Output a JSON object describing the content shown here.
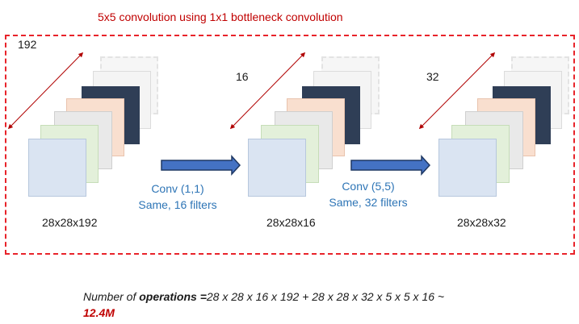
{
  "title": "5x5 convolution using 1x1 bottleneck convolution",
  "stacks": [
    {
      "depth_label": "192",
      "size_label": "28x28x192"
    },
    {
      "depth_label": "16",
      "size_label": "28x28x16"
    },
    {
      "depth_label": "32",
      "size_label": "28x28x32"
    }
  ],
  "convs": [
    {
      "line1": "Conv (1,1)",
      "line2": "Same, 16 filters"
    },
    {
      "line1": "Conv (5,5)",
      "line2": "Same, 32 filters"
    }
  ],
  "formula": {
    "prefix": "Number of ",
    "bold_part": "operations =",
    "expression": "28 x 28 x 16  x 192  + 28 x 28 x 32  x 5 x 5 x 16  ~",
    "result": "12.4M"
  },
  "colors": {
    "title": "#c00000",
    "frame": "#e8232a",
    "arrow_fill": "#4472c4",
    "arrow_stroke": "#1f3864",
    "conv_text": "#2e75b6",
    "depth_arrow": "#b00000"
  }
}
